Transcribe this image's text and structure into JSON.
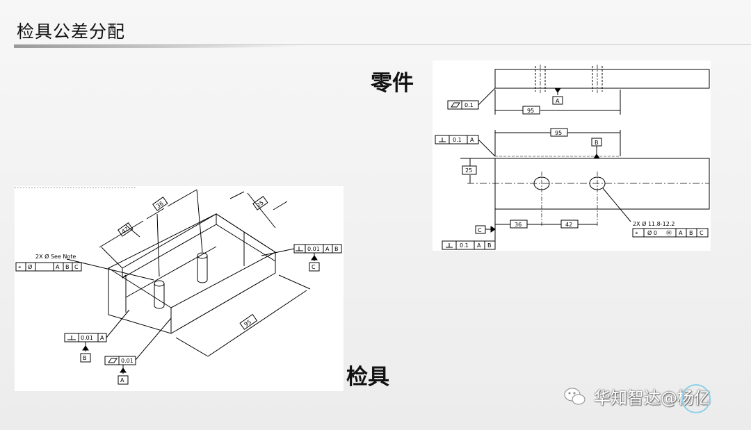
{
  "slide": {
    "title": "检具公差分配",
    "part_label": "零件",
    "gauge_label": "检具",
    "watermark": "华知智达@杨亿"
  },
  "part_drawing": {
    "flatness_value": "0.1",
    "datum_a": "A",
    "datum_b": "B",
    "datum_c": "C",
    "dim_95_top": "95",
    "dim_95_front": "95",
    "perp_value": "0.1",
    "perp_datum": "A",
    "dim_25": "25",
    "dim_36": "36",
    "dim_42": "42",
    "hole_note": "2X Ø 11.8-12.2",
    "pos_callout": [
      "⌖",
      "Ø 0",
      "Ⓜ",
      "A",
      "B",
      "C"
    ],
    "bottom_callout": [
      "⊥",
      "0.1",
      "A",
      "B"
    ]
  },
  "gauge_drawing": {
    "header_text": "",
    "dim_36": "36",
    "dim_42": "42",
    "dim_25": "25",
    "dim_95": "95",
    "hole_note": "2X Ø See Note",
    "pos_frame": [
      "⌖",
      "Ø",
      "",
      "A",
      "B",
      "C"
    ],
    "perp_right": [
      "⊥",
      "0.01",
      "A",
      "B"
    ],
    "datum_c": "C",
    "perp_left": [
      "⊥",
      "0.01",
      "A"
    ],
    "datum_b": "B",
    "flatness": [
      "▱",
      "0.01"
    ],
    "datum_a": "A"
  }
}
